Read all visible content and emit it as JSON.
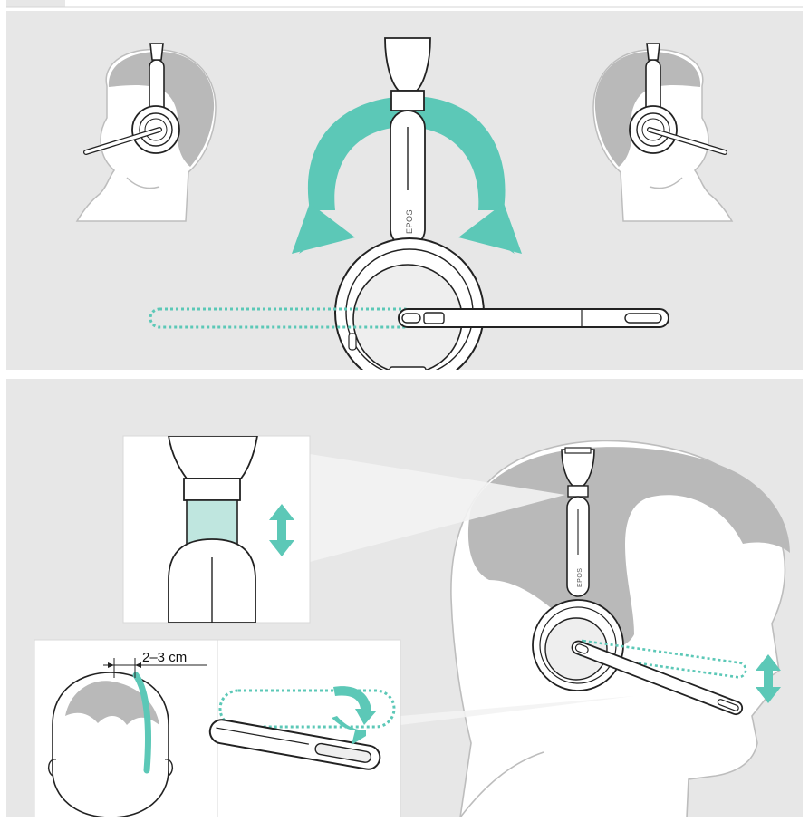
{
  "colors": {
    "panel_bg": "#e7e7e7",
    "accent_teal": "#5cc8b7",
    "accent_teal_light": "#bfe6df",
    "head_shadow": "#b9b9b9",
    "skin": "#ffffff",
    "outline": "#222222"
  },
  "top_panel": {
    "brand_mark": "EPOS"
  },
  "bottom_panel": {
    "brand_mark": "EPOS",
    "distance_label": "2–3 cm"
  },
  "icons": [
    "headband-swivel-arrow",
    "up-down-arrow",
    "rotate-arrow",
    "dotted-boom-arm-outline"
  ]
}
